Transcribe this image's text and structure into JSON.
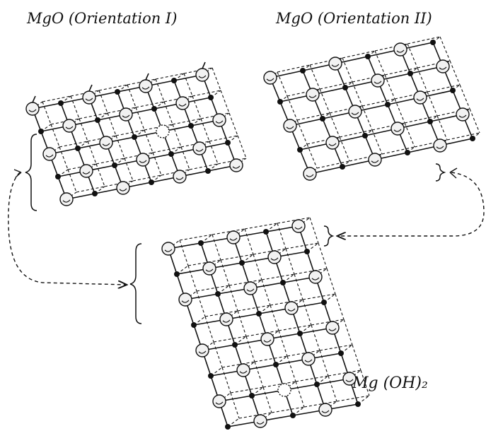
{
  "labels": {
    "mgo_orientation_1": "MgO (Orientation I)",
    "mgo_orientation_2": "MgO (Orientation II)",
    "mg_oh_2": "Mg (OH)₂"
  },
  "colors": {
    "ink": "#111111",
    "sphere_fill": "#f2f2f2",
    "background": "#ffffff"
  }
}
